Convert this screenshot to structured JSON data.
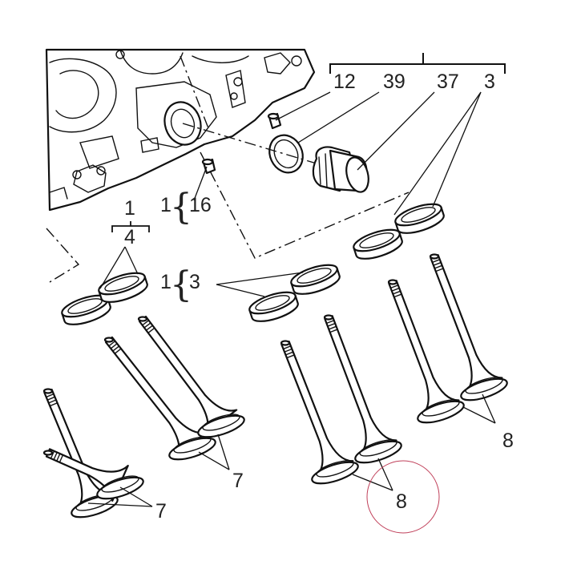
{
  "callouts": {
    "c12": "12",
    "c39": "39",
    "c37": "37",
    "c3_top": "3",
    "c1_a": "1",
    "c16": "16",
    "c1_b": "1",
    "c4": "4",
    "c1_c": "1",
    "c3_mid": "3",
    "c8_right": "8",
    "c8_mid": "8",
    "c7_mid": "7",
    "c7_low": "7"
  },
  "colors": {
    "line": "#111111",
    "text": "#222222",
    "highlight_circle": "#c0405a"
  }
}
